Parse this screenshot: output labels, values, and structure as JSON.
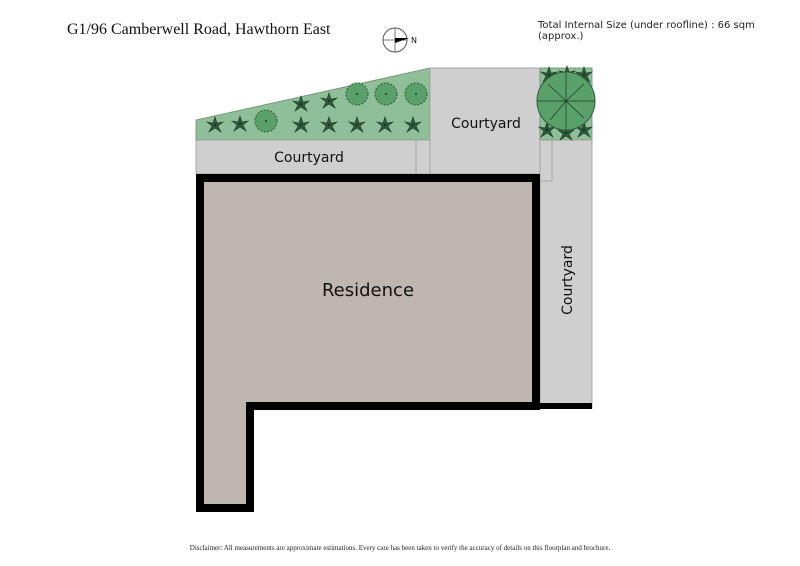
{
  "header": {
    "address": "G1/96 Camberwell Road, Hawthorn East",
    "total_size": "Total Internal Size (under roofline) :  66 sqm (approx.)"
  },
  "compass": {
    "label": "N"
  },
  "rooms": {
    "residence": "Residence",
    "courtyard_left": "Courtyard",
    "courtyard_top": "Courtyard",
    "courtyard_right": "Courtyard"
  },
  "colors": {
    "residence": "#bfb6b2",
    "courtyard": "#cfcfcf",
    "garden": "#8fbf98",
    "wall": "#000000",
    "plant": "#2f5a3a"
  },
  "footer": {
    "disclaimer": "Disclaimer: All measurements are approximate estimations. Every care has been taken to verify the accuracy of details on this floorplan and brochure."
  }
}
